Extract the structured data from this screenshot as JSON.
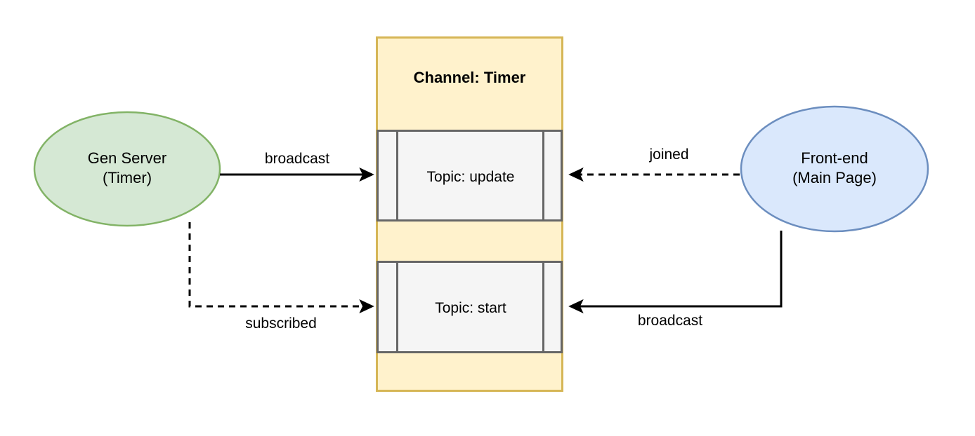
{
  "diagram": {
    "title": "Channel: Timer",
    "colors": {
      "container_fill": "#FFF2CC",
      "container_stroke": "#D6B656",
      "topic_fill": "#F5F5F5",
      "topic_stroke": "#666666",
      "genserver_fill": "#D5E8D4",
      "genserver_stroke": "#82B366",
      "frontend_fill": "#DAE8FC",
      "frontend_stroke": "#6C8EBF",
      "edge_stroke": "#000000",
      "background": "#FFFFFF"
    },
    "nodes": {
      "gen_server": {
        "line1": "Gen Server",
        "line2": "(Timer)",
        "shape": "ellipse"
      },
      "front_end": {
        "line1": "Front-end",
        "line2": "(Main Page)",
        "shape": "ellipse"
      },
      "channel": {
        "title": "Channel: Timer",
        "shape": "package"
      },
      "topic_update": {
        "label": "Topic: update",
        "shape": "component"
      },
      "topic_start": {
        "label": "Topic: start",
        "shape": "component"
      }
    },
    "edges": [
      {
        "id": "gen-server-to-update",
        "label": "broadcast",
        "style": "solid",
        "direction": "right",
        "from": "gen_server",
        "to": "topic_update"
      },
      {
        "id": "front-end-to-update",
        "label": "joined",
        "style": "dashed",
        "direction": "left",
        "from": "front_end",
        "to": "topic_update"
      },
      {
        "id": "gen-server-to-start",
        "label": "subscribed",
        "style": "dashed",
        "direction": "right",
        "from": "gen_server",
        "to": "topic_start"
      },
      {
        "id": "front-end-to-start",
        "label": "broadcast",
        "style": "solid",
        "direction": "left",
        "from": "front_end",
        "to": "topic_start"
      }
    ]
  }
}
